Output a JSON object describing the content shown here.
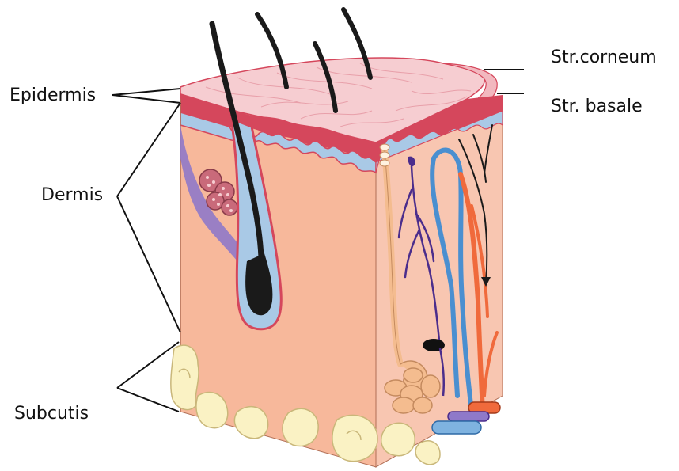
{
  "labels": {
    "epidermis": "Epidermis",
    "dermis": "Dermis",
    "subcutis": "Subcutis",
    "stratum_corneum": "Str.corneum",
    "stratum_basale": "Str. basale"
  },
  "colors": {
    "dermis": "#f7b89b",
    "dermis_shadow": "#f3c4ad",
    "epidermis_top": "#f6cdd1",
    "epidermis_red": "#d5475c",
    "basal_blue": "#a9c9e6",
    "hair": "#1a1a1a",
    "fat": "#faf2c4",
    "artery": "#f06a3c",
    "vein": "#4a8fd0",
    "nerve": "#4b2d8c",
    "sweat_gland": "#f4bc8f",
    "sebaceous": "#c96a7a",
    "muscle": "#8f79c9",
    "leader_line": "#111111"
  }
}
